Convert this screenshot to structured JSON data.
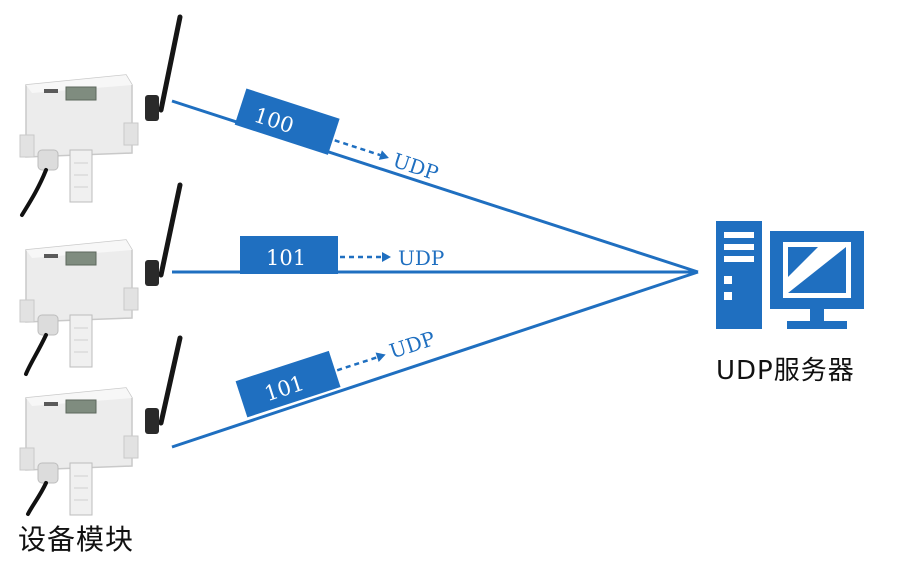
{
  "colors": {
    "accent": "#1f6fc0",
    "device_body": "#ececec",
    "device_edge": "#c9c9c9",
    "antenna": "#161616",
    "screen": "#7f8c7f"
  },
  "device_group": {
    "label": "设备模块",
    "icon": "wireless-sensor-device-icon",
    "devices": [
      {
        "packet": "100",
        "protocol": "UDP"
      },
      {
        "packet": "101",
        "protocol": "UDP"
      },
      {
        "packet": "101",
        "protocol": "UDP"
      }
    ]
  },
  "server": {
    "label": "UDP服务器",
    "icon": "server-computer-icon"
  }
}
